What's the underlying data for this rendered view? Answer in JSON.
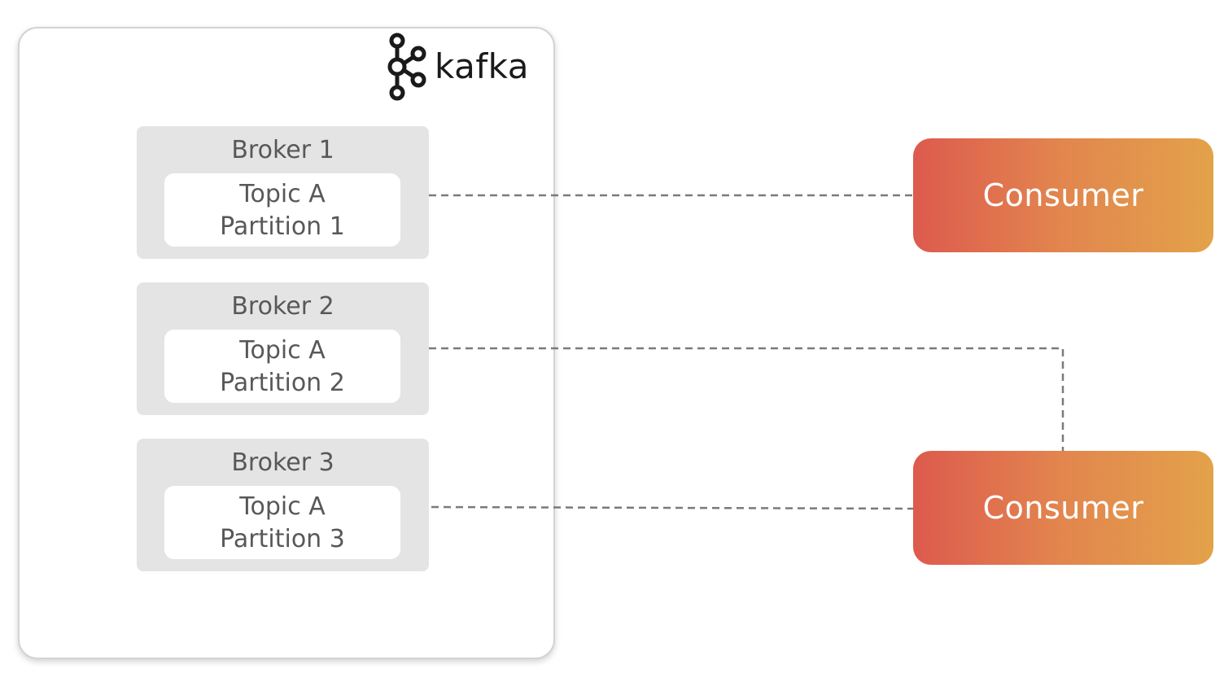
{
  "logo": {
    "text": "kafka",
    "icon": "kafka-icon"
  },
  "brokers": [
    {
      "title": "Broker 1",
      "partition_line1": "Topic A",
      "partition_line2": "Partition 1"
    },
    {
      "title": "Broker 2",
      "partition_line1": "Topic A",
      "partition_line2": "Partition 2"
    },
    {
      "title": "Broker 3",
      "partition_line1": "Topic A",
      "partition_line2": "Partition 3"
    }
  ],
  "consumers": [
    {
      "label": "Consumer"
    },
    {
      "label": "Consumer"
    }
  ],
  "connections": [
    {
      "from": "Partition 1",
      "to": "Consumer 1"
    },
    {
      "from": "Partition 2",
      "to": "Consumer 2"
    },
    {
      "from": "Partition 3",
      "to": "Consumer 2"
    }
  ],
  "colors": {
    "cluster_border": "#d3d3d3",
    "broker_bg": "#e4e4e4",
    "text_gray": "#585858",
    "consumer_gradient_start": "#dd5a4e",
    "consumer_gradient_end": "#e3a24a",
    "connector": "#7a7a7a"
  }
}
